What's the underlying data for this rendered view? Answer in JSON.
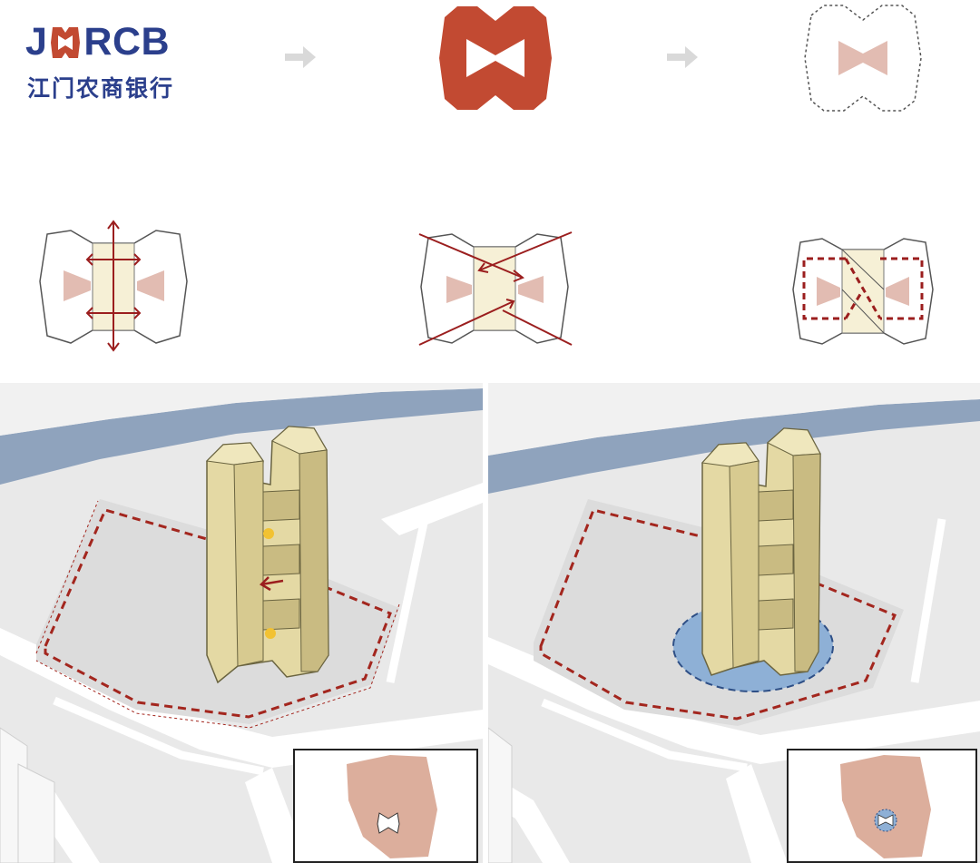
{
  "logo": {
    "word_left": "J",
    "word_right": "RCB",
    "subtitle": "江门农商银行",
    "brand_color": "#2b3f8c",
    "mark_color": "#c24a32"
  },
  "colors": {
    "emblem": "#c24a32",
    "pink": "#e2bcb2",
    "core": "#f6f0d6",
    "arrow": "#9b1e1e",
    "tower": "#e4d9a4",
    "tower_shade": "#c9bb82",
    "road": "#8fa3bd",
    "ground": "#dedede",
    "plaza_blue": "#8eb0d6",
    "inset_site": "#dcae9c"
  },
  "flow_arrows": [
    "arrow-right-icon",
    "arrow-right-icon"
  ],
  "steps": [
    "logo",
    "emblem",
    "emblem-outline",
    "plan-axis",
    "plan-diagonal",
    "plan-loop",
    "tower-left",
    "tower-right"
  ]
}
